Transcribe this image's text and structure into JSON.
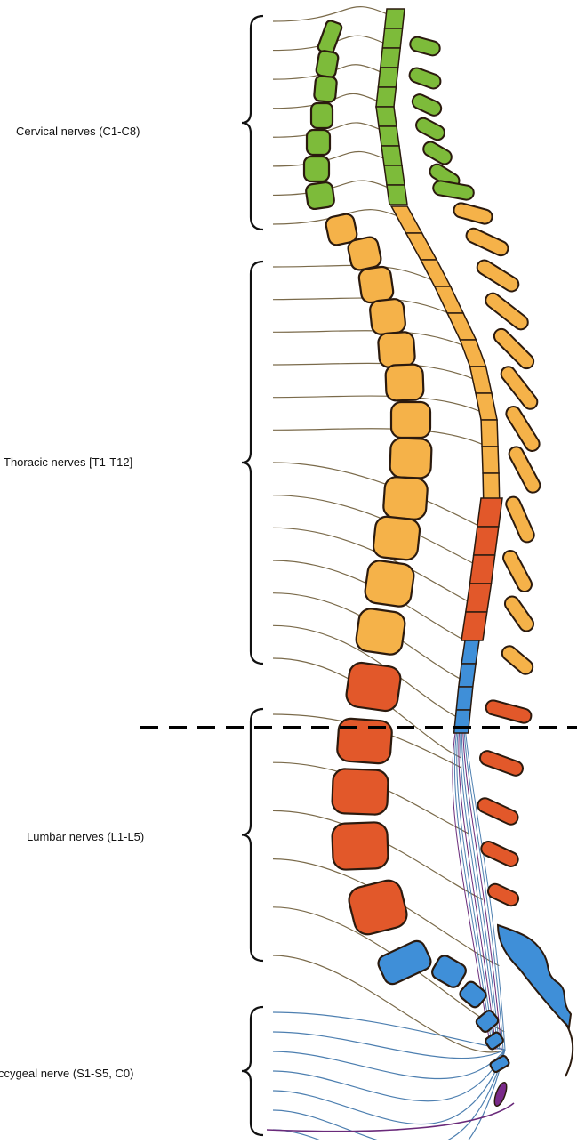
{
  "labels": {
    "cervical": "Cervical nerves (C1-C8)",
    "thoracic": "Thoracic nerves [T1-T12]",
    "lumbar": "Lumbar nerves (L1-L5)",
    "sacral": "ccygeal nerve (S1-S5, C0)"
  },
  "colors": {
    "cervical": "#7dbb3a",
    "thoracic": "#f5b249",
    "lumbar": "#e2582a",
    "sacral": "#3f8fd8",
    "outline": "#2b1a0e",
    "nerve": "#7a6a4a",
    "nerve_sacral": "#4d7fb0",
    "coccygeal": "#6a2a7a"
  }
}
